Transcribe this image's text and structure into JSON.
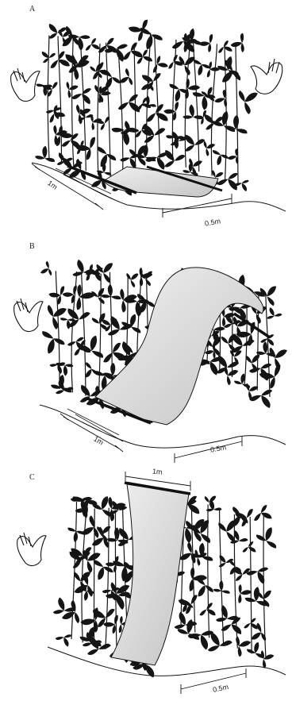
{
  "panels": [
    {
      "id": "A",
      "label": "A",
      "width_label": "1m",
      "spacing_label": "0.5m"
    },
    {
      "id": "B",
      "label": "B",
      "width_label": "1m",
      "spacing_label": "0.5m"
    },
    {
      "id": "C",
      "label": "C",
      "width_label": "1m",
      "spacing_label": "0.5m"
    }
  ],
  "colors": {
    "ink": "#151515",
    "cloth": "#d9d9d9",
    "cloth_shade": "#bdbdbd",
    "paper": "#ffffff"
  },
  "icons": [
    "hand-icon",
    "soybean-plant-icon",
    "beat-cloth-icon"
  ]
}
